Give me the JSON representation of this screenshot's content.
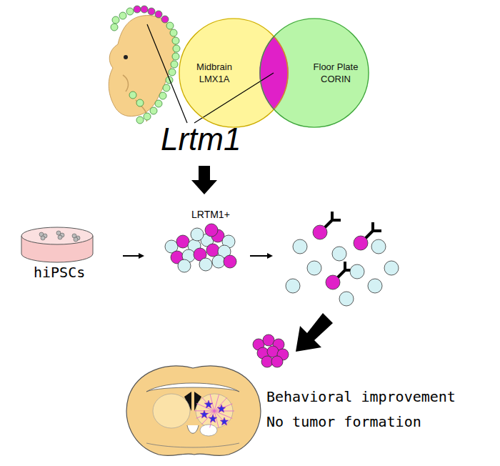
{
  "diagram": {
    "nodes": [
      {
        "text": [
          "Midbrain LMX1A"
        ]
      },
      {
        "text": [
          "Floor Plate CORIN"
        ]
      }
    ],
    "labels": [
      "Lrtm1",
      "hiPSCs",
      "LRTM1+",
      "Behavioral improvement",
      "No tumor formation"
    ]
  }
}
